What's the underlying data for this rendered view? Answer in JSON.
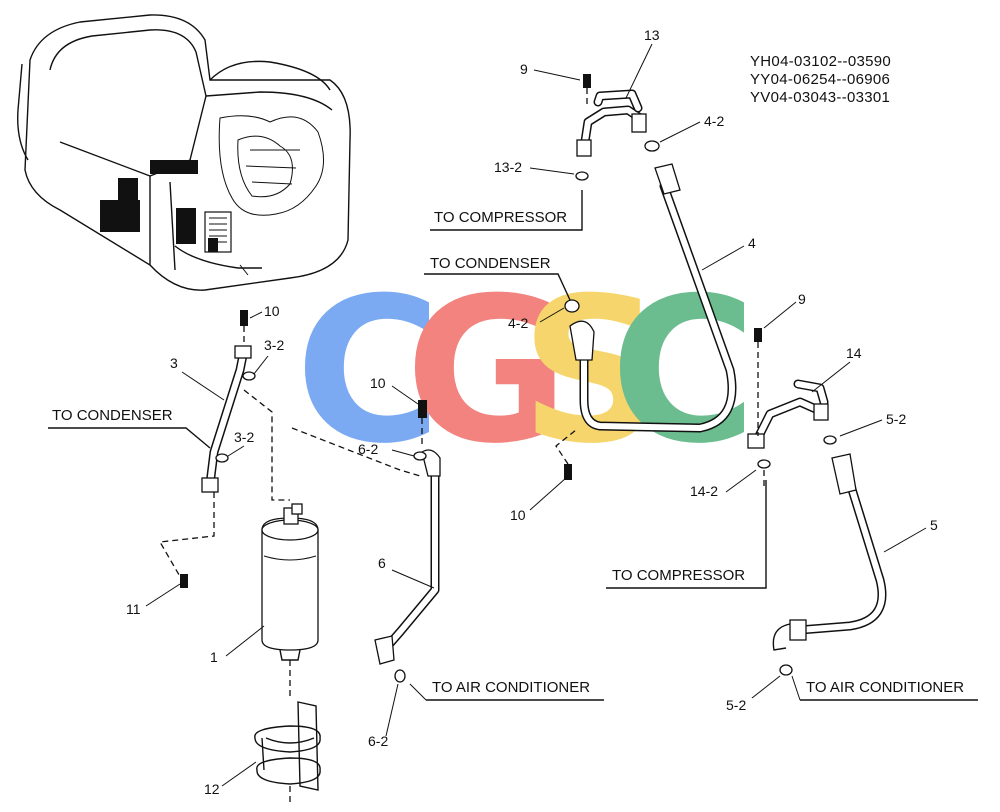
{
  "serial_numbers": [
    "YH04-03102--03590",
    "YY04-06254--06906",
    "YV04-03043--03301"
  ],
  "destinations": {
    "to_compressor_top": "TO COMPRESSOR",
    "to_condenser_mid": "TO CONDENSER",
    "to_condenser_left": "TO CONDENSER",
    "to_compressor_right": "TO COMPRESSOR",
    "to_air_conditioner_center": "TO AIR CONDITIONER",
    "to_air_conditioner_right": "TO AIR CONDITIONER"
  },
  "callouts": {
    "c13": "13",
    "c9_top": "9",
    "c4_2_top": "4-2",
    "c13_2": "13-2",
    "c4": "4",
    "c4_2_mid": "4-2",
    "c9_right": "9",
    "c14": "14",
    "c5_2_top": "5-2",
    "c14_2": "14-2",
    "c5": "5",
    "c5_2_bottom": "5-2",
    "c10_left": "10",
    "c3_2_top": "3-2",
    "c3": "3",
    "c3_2_bottom": "3-2",
    "c11": "11",
    "c1": "1",
    "c12": "12",
    "c10_center": "10",
    "c6_2_top": "6-2",
    "c6": "6",
    "c6_2_bottom": "6-2",
    "c10_mid": "10"
  },
  "watermark": {
    "letters": [
      "C",
      "G",
      "S",
      "C"
    ],
    "colors": [
      "#4f8ef0",
      "#ee5a55",
      "#f4c93c",
      "#3aa86b"
    ]
  }
}
